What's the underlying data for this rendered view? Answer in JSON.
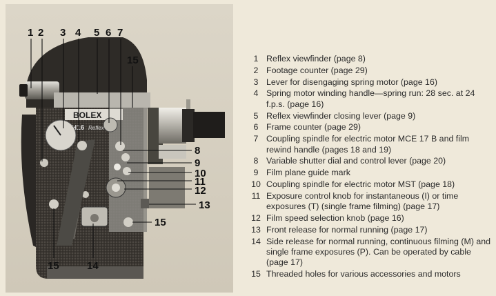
{
  "figure": {
    "callouts": [
      "1",
      "2",
      "3",
      "4",
      "5",
      "6",
      "7",
      "15",
      "8",
      "9",
      "10",
      "11",
      "12",
      "13",
      "15",
      "15",
      "14"
    ],
    "brand_text": "BOLEX",
    "model_text": "H16",
    "sub_text": "Reflex"
  },
  "legend": [
    {
      "num": "1",
      "text": "Reflex viewfinder (page 8)"
    },
    {
      "num": "2",
      "text": "Footage counter (page 29)"
    },
    {
      "num": "3",
      "text": "Lever for disengaging spring motor (page 16)"
    },
    {
      "num": "4",
      "text": "Spring motor winding handle—spring run: 28 sec. at 24 f.p.s. (page 16)"
    },
    {
      "num": "5",
      "text": "Reflex viewfinder closing lever (page 9)"
    },
    {
      "num": "6",
      "text": "Frame counter (page 29)"
    },
    {
      "num": "7",
      "text": "Coupling spindle for electric motor MCE 17 B and film rewind handle (pages 18 and 19)"
    },
    {
      "num": "8",
      "text": "Variable shutter dial and control lever (page 20)"
    },
    {
      "num": "9",
      "text": "Film plane guide mark"
    },
    {
      "num": "10",
      "text": "Coupling spindle for electric motor MST (page 18)"
    },
    {
      "num": "11",
      "text": "Exposure control knob for instantaneous (I) or time exposures (T) (single frame filming) (page 17)"
    },
    {
      "num": "12",
      "text": "Film speed selection knob (page 16)"
    },
    {
      "num": "13",
      "text": "Front release for normal running (page 17)"
    },
    {
      "num": "14",
      "text": "Side release for normal running, continuous filming (M) and single frame exposures (P). Can be operated by cable (page 17)"
    },
    {
      "num": "15",
      "text": "Threaded holes for various accessories and motors"
    }
  ]
}
